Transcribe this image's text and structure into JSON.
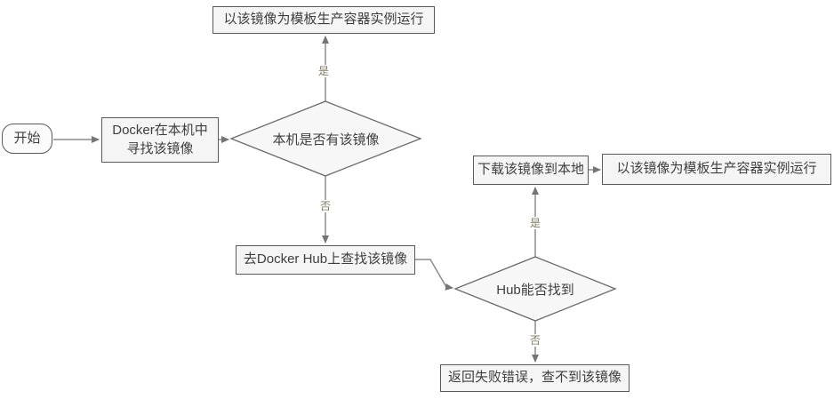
{
  "flowchart": {
    "nodes": {
      "start": {
        "label": "开始"
      },
      "find_local": {
        "line1": "Docker在本机中",
        "line2": "寻找该镜像"
      },
      "local_has": {
        "label": "本机是否有该镜像"
      },
      "run_top": {
        "label": "以该镜像为模板生产容器实例运行"
      },
      "search_hub": {
        "label": "去Docker Hub上查找该镜像"
      },
      "hub_found": {
        "label": "Hub能否找到"
      },
      "download": {
        "label": "下载该镜像到本地"
      },
      "run_right": {
        "label": "以该镜像为模板生产容器实例运行"
      },
      "fail": {
        "label": "返回失败错误，查不到该镜像"
      }
    },
    "edge_labels": {
      "local_yes": "是",
      "local_no": "否",
      "hub_yes": "是",
      "hub_no": "否"
    },
    "colors": {
      "node_fill": "#f5f5f5",
      "node_border": "#5a5a5a",
      "connector": "#8c8c8c",
      "arrowhead": "#757575",
      "node_text": "#3f3f3f",
      "edge_label_text": "#7f7b60"
    }
  }
}
